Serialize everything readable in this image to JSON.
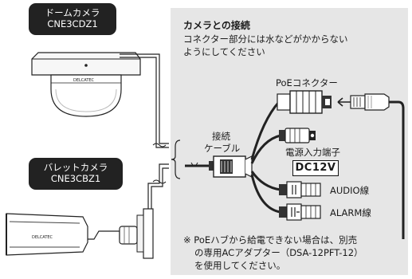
{
  "dome": {
    "title": "ドームカメラ",
    "model": "CNE3CDZ1",
    "brand": "DELCATEC"
  },
  "bullet": {
    "title": "バレットカメラ",
    "model": "CNE3CBZ1",
    "brand": "DELCATEC"
  },
  "note": {
    "title": "カメラとの接続",
    "line1": "コネクター部分には水などがかからない",
    "line2": "ようにしてください"
  },
  "labels": {
    "poe_connector": "PoEコネクター",
    "cable_line1": "接続",
    "cable_line2": "ケーブル",
    "power_terminal": "電源入力端子",
    "dc12v": "DC12V",
    "audio": "AUDIO線",
    "alarm": "ALARM線"
  },
  "footnote": {
    "line1": "※ PoEハブから給電できない場合は、別売",
    "line2": "の専用ACアダプター（DSA-12PFT-12）",
    "line3": "を使用してください。"
  },
  "colors": {
    "panel": "#e6e6e6",
    "label_bg": "#222222",
    "line": "#1a1a1a"
  }
}
